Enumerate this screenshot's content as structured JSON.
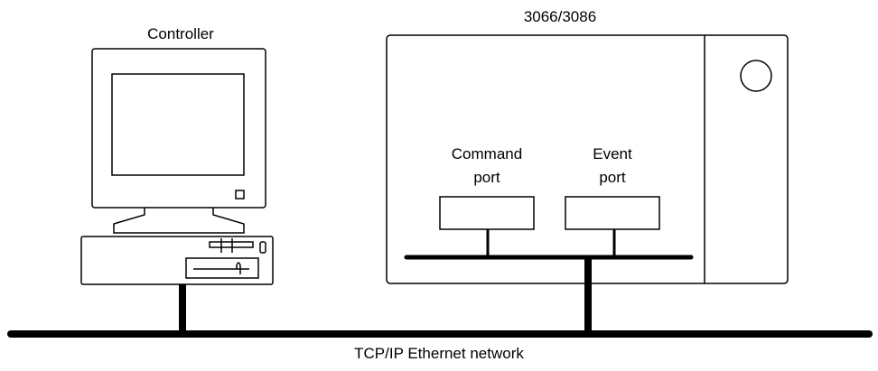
{
  "labels": {
    "controller": "Controller",
    "instrument": "3066/3086",
    "command_port_line1": "Command",
    "command_port_line2": "port",
    "event_port_line1": "Event",
    "event_port_line2": "port",
    "network": "TCP/IP Ethernet network"
  },
  "colors": {
    "line": "#000000",
    "background": "#ffffff"
  }
}
